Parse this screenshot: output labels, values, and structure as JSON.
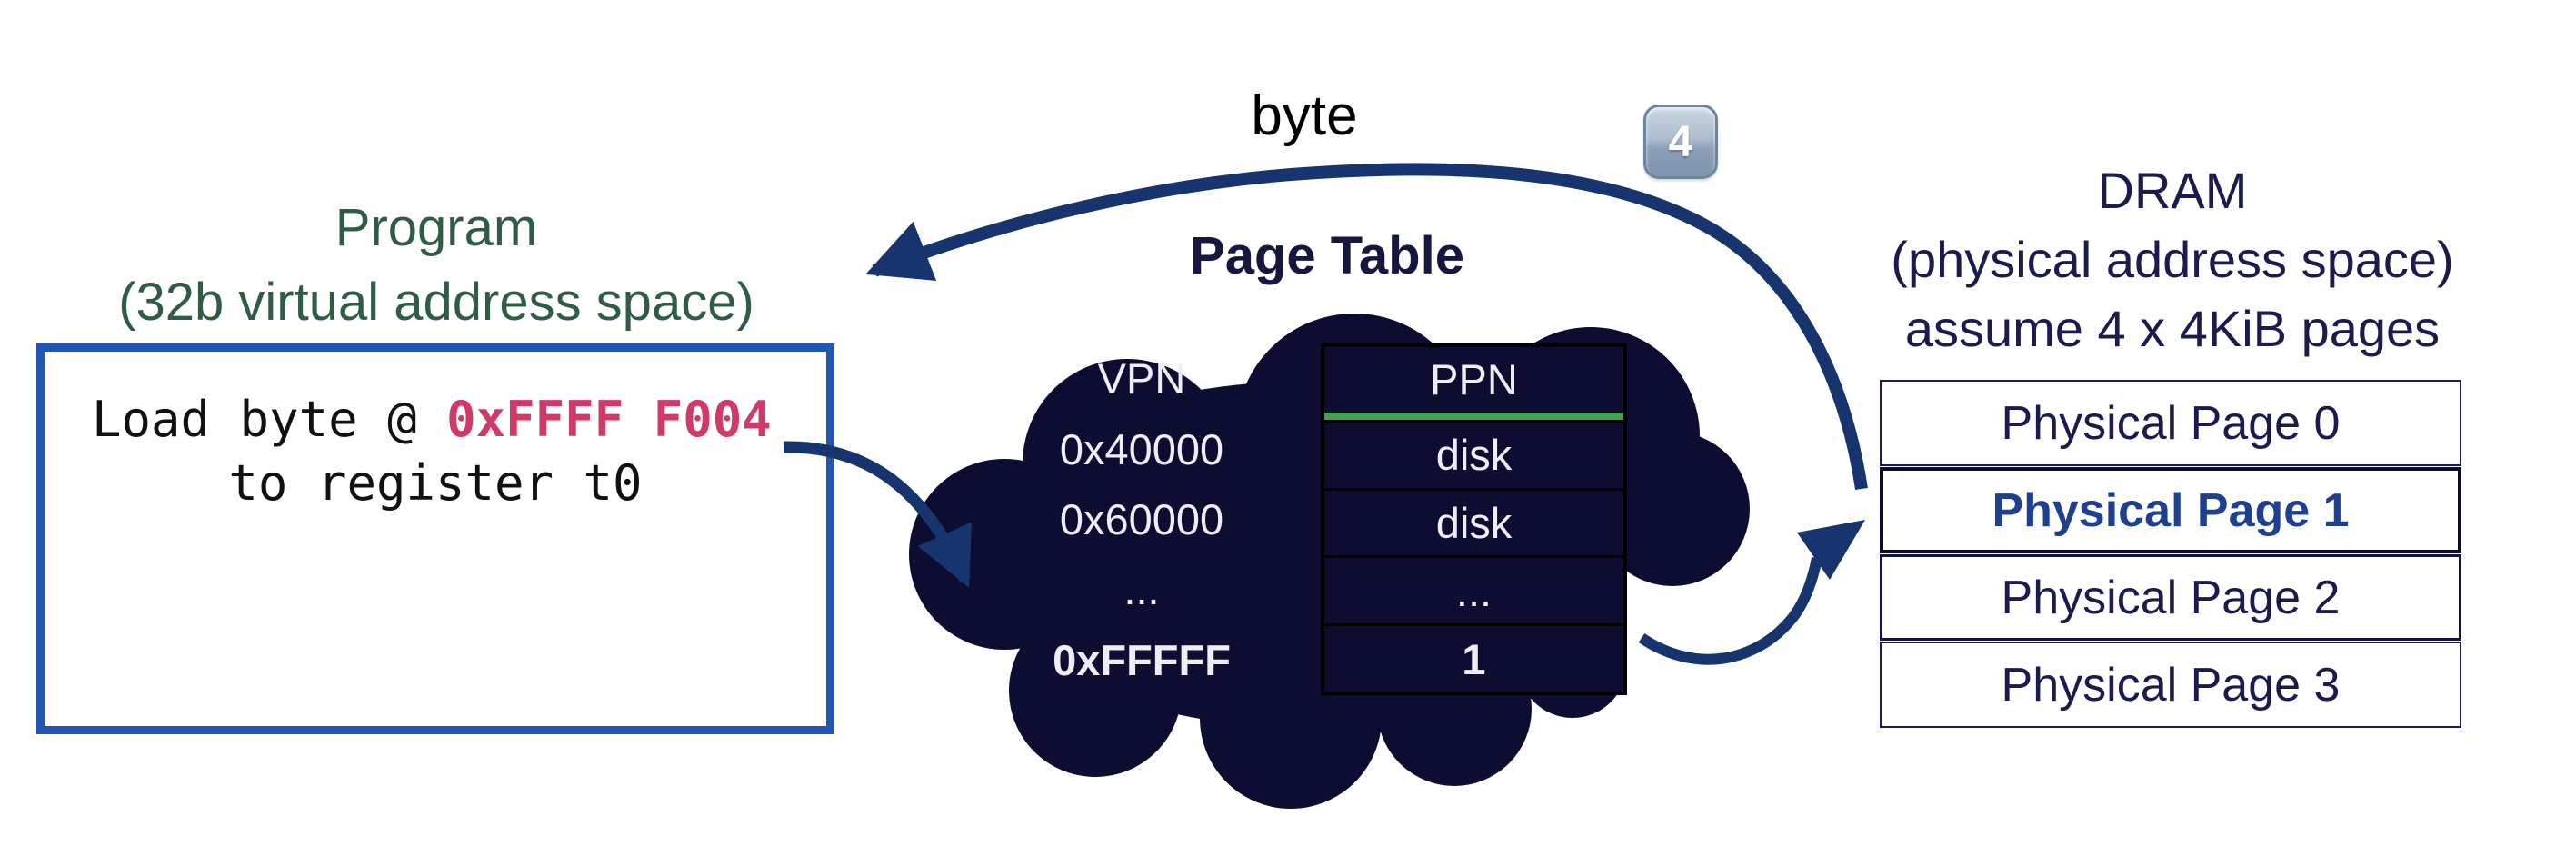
{
  "labels": {
    "byte": "byte",
    "step_badge": "4"
  },
  "program": {
    "title_line1": "Program",
    "title_line2": "(32b virtual address space)",
    "code_prefix": "Load byte @ ",
    "code_address": "0xFFFF F004",
    "code_line2": "to register t0"
  },
  "page_table": {
    "title": "Page Table",
    "vpn_header": "VPN",
    "ppn_header": "PPN",
    "rows": [
      {
        "vpn": "0x40000",
        "ppn": "disk"
      },
      {
        "vpn": "0x60000",
        "ppn": "disk"
      },
      {
        "vpn": "...",
        "ppn": "..."
      },
      {
        "vpn": "0xFFFFF",
        "ppn": "1"
      }
    ]
  },
  "dram": {
    "title_line1": "DRAM",
    "title_line2": "(physical address space)",
    "title_line3": "assume 4 x 4KiB pages",
    "pages": [
      "Physical Page 0",
      "Physical Page 1",
      "Physical Page 2",
      "Physical Page 3"
    ],
    "highlighted_page_index": 1
  },
  "colors": {
    "arrow_navy": "#17346f",
    "cloud_navy": "#0d0d32",
    "program_green": "#2e5c45",
    "address_crimson": "#d03a68",
    "box_border_blue": "#2355b2",
    "ppn_underline_green": "#43a14f",
    "title_navy": "#15173f",
    "highlight_blue": "#1f3f8f"
  }
}
